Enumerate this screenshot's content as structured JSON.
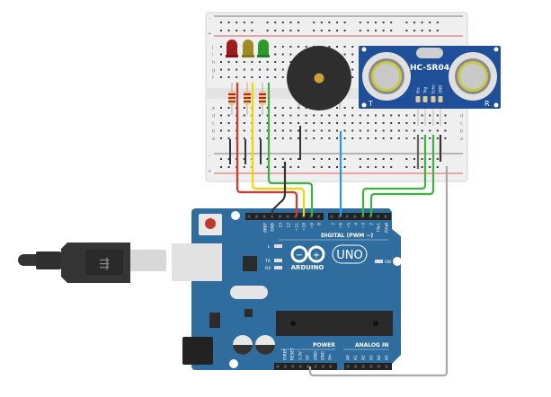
{
  "breadboard": {
    "row_letters_top": [
      "j",
      "i",
      "h",
      "g",
      "f"
    ],
    "row_letters_bottom": [
      "e",
      "d",
      "c",
      "b",
      "a"
    ],
    "rail_minus": "-",
    "rail_plus": "+"
  },
  "sensor": {
    "title": "HC-SR04",
    "transmitter": "T",
    "receiver": "R",
    "pins": [
      "Vcc",
      "Trig",
      "Echo",
      "GND"
    ]
  },
  "arduino": {
    "brand": "ARDUINO",
    "model": "UNO",
    "digital_header_label": "DIGITAL (PWM ~)",
    "digital_pins_left": [
      "AREF",
      "GND",
      "13",
      "12",
      "~11",
      "~10",
      "~9",
      "8"
    ],
    "digital_pins_right": [
      "7",
      "~6",
      "~5",
      "4",
      "~3",
      "2",
      "TX▸1",
      "RX◂0"
    ],
    "led_labels": {
      "l": "L",
      "tx": "TX",
      "rx": "RX",
      "on": "ON"
    },
    "power_label": "POWER",
    "power_pins": [
      "IOREF",
      "RESET",
      "3.3V",
      "5V",
      "GND",
      "GND",
      "Vin"
    ],
    "analog_label": "ANALOG IN",
    "analog_pins": [
      "A0",
      "A1",
      "A2",
      "A3",
      "A4",
      "A5"
    ]
  },
  "colors": {
    "board": "#2f6d9e",
    "sensor": "#1f4f99",
    "wire_red": "#e0312b",
    "wire_yellow": "#f2d600",
    "wire_green": "#3db33d",
    "wire_blue": "#2a9ad8",
    "wire_black": "#333333",
    "wire_gray": "#a8a8a8"
  }
}
